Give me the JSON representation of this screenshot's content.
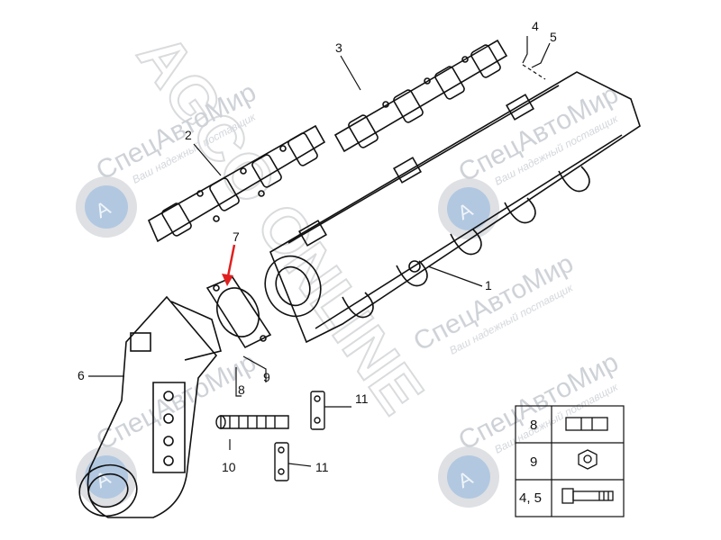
{
  "watermark": {
    "brand": "СпецАвтоМир",
    "tagline": "Ваш надежный поставщик",
    "big_text": "AGCO ONLINE",
    "color": "#c9cdd3",
    "logo_color": "#4a90d9",
    "gear_color": "#b8bcc2"
  },
  "callouts": {
    "p1": "1",
    "p2": "2",
    "p3": "3",
    "p4": "4",
    "p5": "5",
    "p6": "6",
    "p7": "7",
    "p8": "8",
    "p9": "9",
    "p10": "10",
    "p11a": "11",
    "p11b": "11"
  },
  "legend": {
    "rows": [
      {
        "label": "8",
        "icon": "washer-icon"
      },
      {
        "label": "9",
        "icon": "nut-icon"
      },
      {
        "label": "4, 5",
        "icon": "bolt-icon"
      }
    ]
  },
  "highlight_color": "#e02020"
}
